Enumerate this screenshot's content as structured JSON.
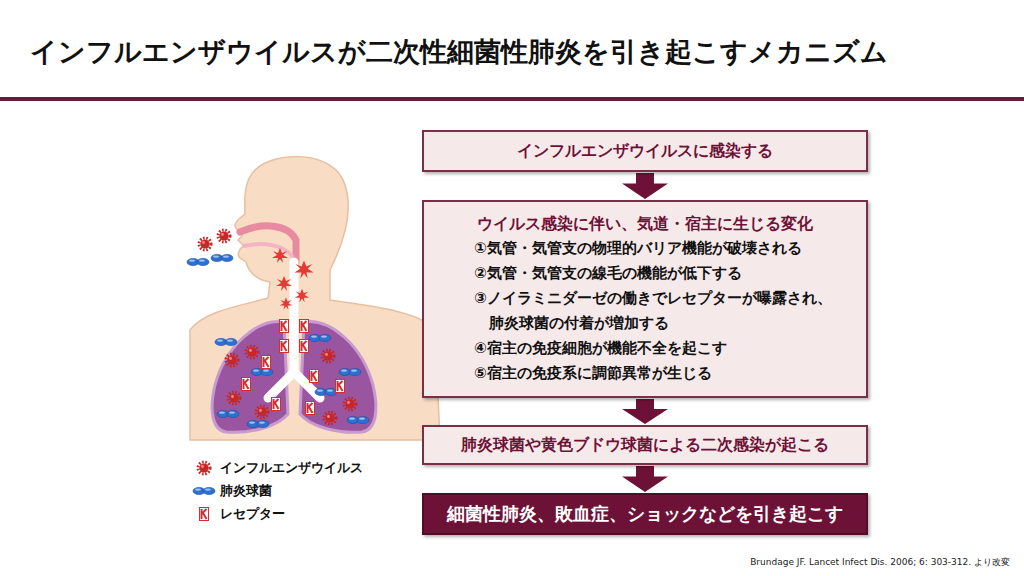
{
  "diagram": {
    "title": "インフルエンザウイルスが二次性細菌性肺炎を引き起こすメカニズム",
    "caption": "Brundage JF. Lancet Infect Dis. 2006; 6: 303-312. より改変",
    "nodes": [
      {
        "text": [
          "インフルエンザウイルスに感染する"
        ]
      },
      {
        "text": [
          "ウイルス感染に伴い、気道・宿主に生じる変化",
          "①気管・気管支の物理的バリア機能が破壊される",
          "②気管・気管支の線毛の機能が低下する",
          "③ノイラミニダーゼの働きでレセプターが曝露され、 肺炎球菌の付着が増加する",
          "④宿主の免疫細胞が機能不全を起こす",
          "⑤宿主の免疫系に調節異常が生じる"
        ]
      },
      {
        "text": [
          "肺炎球菌や黄色ブドウ球菌による二次感染が起こる"
        ]
      },
      {
        "text": [
          "細菌性肺炎、敗血症、ショックなどを引き起こす"
        ]
      }
    ],
    "edges": [
      {
        "from": 0,
        "to": 1,
        "arrow": "to"
      },
      {
        "from": 1,
        "to": 2,
        "arrow": "to"
      },
      {
        "from": 2,
        "to": 3,
        "arrow": "to"
      }
    ],
    "legend": [
      {
        "text": "インフルエンザウイルス"
      },
      {
        "text": "肺炎球菌"
      },
      {
        "text": "レセプター"
      }
    ]
  }
}
